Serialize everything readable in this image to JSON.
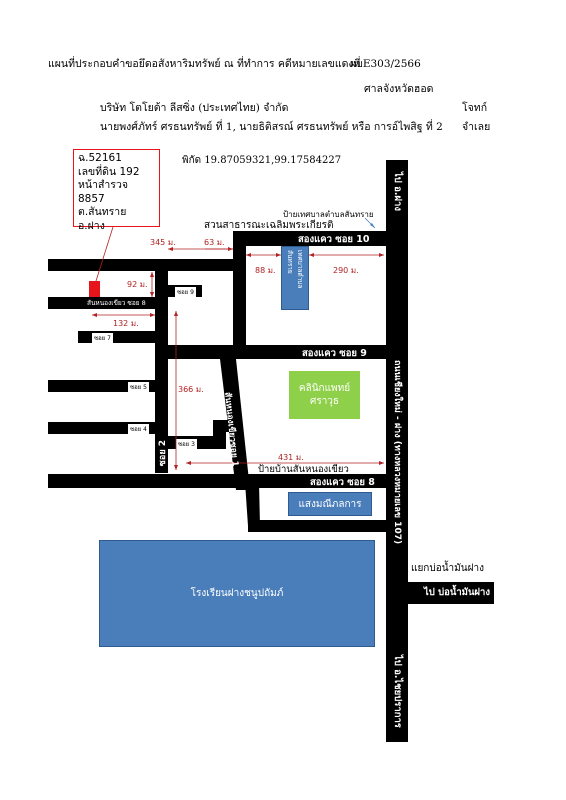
{
  "header": {
    "title": "แผนที่ประกอบคำขอยึดอสังหาริมทรัพย์ ณ ที่ทำการ คดีหมายเลขแดงที่",
    "case_no": "ผบE303/2566",
    "court": "ศาลจังหวัดฮอด",
    "plaintiff": "บริษัท โตโยต้า ลีสซิ่ง (ประเทศไทย) จำกัด",
    "plaintiff_role": "โจทก์",
    "defendants": "นายพงศ์ภัทร์ ศรธนทรัพย์ ที่ 1, นายธิติสรณ์ ศรธนทรัพย์ หรือ การอ์ไพสิฐ ที่ 2",
    "defendant_role": "จำเลย"
  },
  "parcel": {
    "lines": [
      "ฉ.52161",
      "เลขที่ดิน 192",
      "หน้าสำรวจ 8857",
      "ต.สันทราย",
      "อ.ฝาง"
    ]
  },
  "coordinates": "พิกัด 19.87059321,99.17584227",
  "roads": {
    "main": "ถนนเชียงใหม่ - ฝาง (ทางหลวงหมายเลข 107)",
    "to_fang": "ไป อ.ฝาง",
    "to_chaiprakan": "ไป อ.ไชยปราการ",
    "to_oil_well": "ไป บ่อน้ำมันฝาง",
    "junction": "แยกบ่อน้ำมันฝาง",
    "soi10": "สองแคว ซอย 10",
    "soi9": "สองแคว ซอย 9",
    "soi8": "สองแคว ซอย 8",
    "sannongkhiao_soi8": "สันหนองเขียว ซอย 8",
    "sannongkhiao_soi1": "สันหนองเขียวซอย 1",
    "soi2": "ซอย 2",
    "s9": "ซอย 9",
    "s7": "ซอย 7",
    "s5": "ซอย 5",
    "s4": "ซอย 4",
    "s3": "ซอย 3"
  },
  "places": {
    "park": "สวนสาธารณะเฉลิมพระเกียรติ",
    "municipal_sign": "ป้ายเทศบาลตำบลสันทราย",
    "municipality": "เทศบาลตำบล สันทราย",
    "clinic": "คลินิกแพทย์ ศราวุธ",
    "shop": "แสงมณีภลการ",
    "village_sign": "ป้ายบ้านสันหนองเขียว",
    "school": "โรงเรียนฝางชนูปถัมภ์"
  },
  "distances": {
    "d345": "345 ม.",
    "d63": "63 ม.",
    "d92": "92 ม.",
    "d132": "132 ม.",
    "d88": "88 ม.",
    "d290": "290 ม.",
    "d366": "366 ม.",
    "d431": "431 ม."
  },
  "colors": {
    "parcel_marker": "#e8141b",
    "clinic": "#8ed04a",
    "building": "#4a7ebb",
    "distance": "#b22222"
  }
}
